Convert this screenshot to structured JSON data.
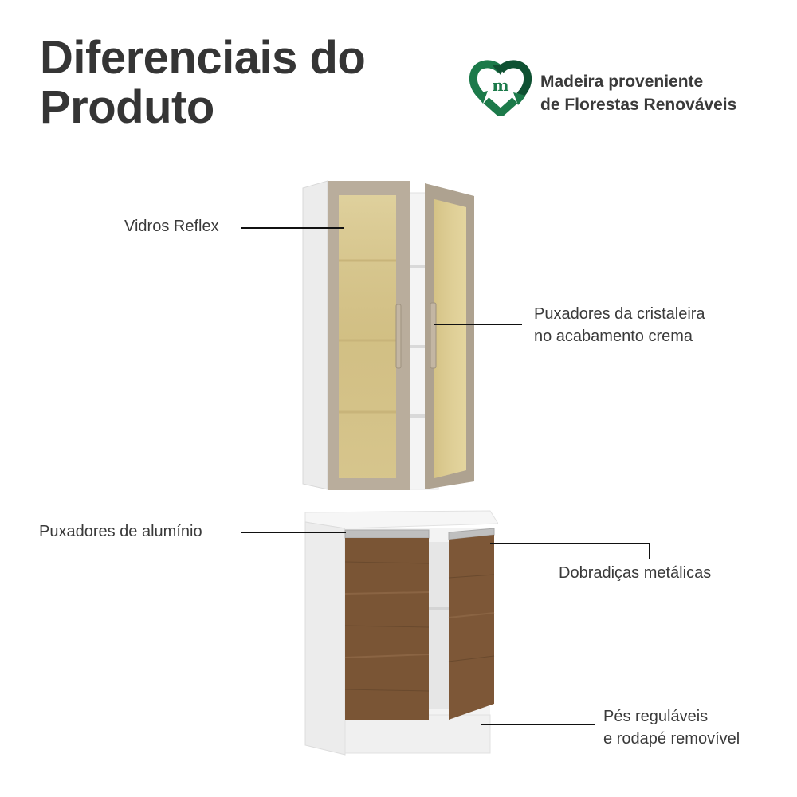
{
  "header": {
    "title_line1": "Diferenciais do",
    "title_line2": "Produto"
  },
  "badge": {
    "icon": "recycle-heart-m-icon",
    "icon_letter": "m",
    "line1": "Madeira proveniente",
    "line2": "de Florestas Renováveis",
    "colors": {
      "dark_green": "#0f5132",
      "green": "#1c7a4a"
    }
  },
  "callouts": [
    {
      "id": "vidros",
      "lines": [
        "Vidros Reflex"
      ]
    },
    {
      "id": "puxadores-cristaleira",
      "lines": [
        "Puxadores da cristaleira",
        "no acabamento crema"
      ]
    },
    {
      "id": "puxadores-aluminio",
      "lines": [
        "Puxadores de alumínio"
      ]
    },
    {
      "id": "dobradicas",
      "lines": [
        "Dobradiças metálicas"
      ]
    },
    {
      "id": "pes",
      "lines": [
        "Pés reguláveis",
        "e rodapé removível"
      ]
    }
  ],
  "colors": {
    "cabinet_white": "#f1f1f1",
    "frame_crema": "#b9ad9c",
    "glass": "#d8c68e",
    "wood": "#7a5535"
  }
}
